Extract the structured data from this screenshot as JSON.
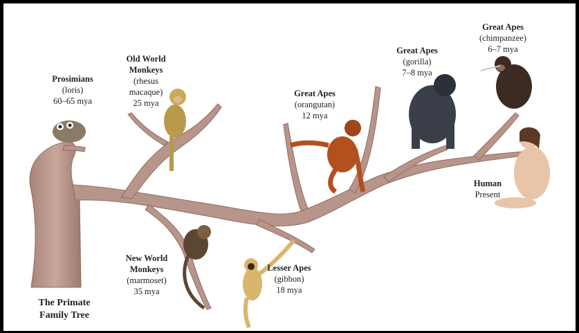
{
  "title_lines": [
    "The Primate",
    "Family Tree"
  ],
  "groups": [
    {
      "id": "prosimians",
      "name_lines": [
        "Prosimians"
      ],
      "sub_lines": [
        "(loris)"
      ],
      "age": "60–65 mya"
    },
    {
      "id": "old-world-monkeys",
      "name_lines": [
        "Old World",
        "Monkeys"
      ],
      "sub_lines": [
        "(rhesus",
        "macaque)"
      ],
      "age": "25 mya"
    },
    {
      "id": "new-world-monkeys",
      "name_lines": [
        "New World",
        "Monkeys"
      ],
      "sub_lines": [
        "(marmoset)"
      ],
      "age": "35 mya"
    },
    {
      "id": "lesser-apes",
      "name_lines": [
        "Lesser Apes"
      ],
      "sub_lines": [
        "(gibbon)"
      ],
      "age": "18 mya"
    },
    {
      "id": "orangutan",
      "name_lines": [
        "Great Apes"
      ],
      "sub_lines": [
        "(orangutan)"
      ],
      "age": "12 mya"
    },
    {
      "id": "gorilla",
      "name_lines": [
        "Great Apes"
      ],
      "sub_lines": [
        "(gorilla)"
      ],
      "age": "7–8 mya"
    },
    {
      "id": "chimpanzee",
      "name_lines": [
        "Great Apes"
      ],
      "sub_lines": [
        "(chimpanzee)"
      ],
      "age": "6–7 mya"
    },
    {
      "id": "human",
      "name_lines": [
        "Human"
      ],
      "sub_lines": [],
      "age": "Present"
    }
  ],
  "colors": {
    "branch": "#b8958a",
    "branch_dark": "#8f6b60",
    "frame": "#000000"
  },
  "animal_icons": [
    "loris-figure",
    "macaque-figure",
    "marmoset-figure",
    "gibbon-figure",
    "orangutan-figure",
    "gorilla-figure",
    "chimpanzee-figure",
    "human-figure"
  ]
}
